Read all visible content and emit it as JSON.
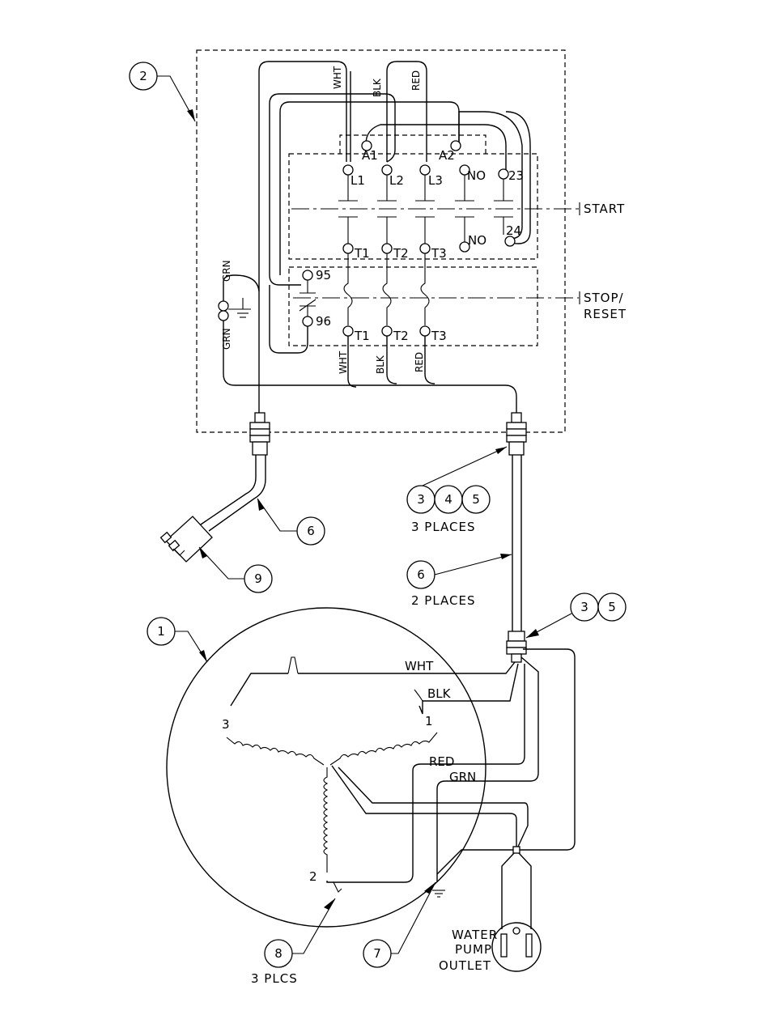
{
  "callouts": {
    "c2": "2",
    "c6a": "6",
    "c9": "9",
    "c3": "3",
    "c4": "4",
    "c5": "5",
    "places_3": "3 PLACES",
    "c6b": "6",
    "places_2": "2 PLACES",
    "c3b": "3",
    "c5b": "5",
    "c1": "1",
    "c8": "8",
    "plcs_3": "3 PLCS",
    "c7": "7"
  },
  "starter": {
    "wire_wht": "WHT",
    "wire_blk": "BLK",
    "wire_red": "RED",
    "a1": "A1",
    "a2": "A2",
    "l1": "L1",
    "l2": "L2",
    "l3": "L3",
    "no_top": "NO",
    "t23": "23",
    "no_bot": "NO",
    "t24": "24",
    "t1": "T1",
    "t2": "T2",
    "t3": "T3",
    "t95": "95",
    "t96": "96",
    "t1b": "T1",
    "t2b": "T2",
    "t3b": "T3",
    "start": "START",
    "stop": "STOP/",
    "reset": "RESET",
    "grn_top": "GRN",
    "grn_bot": "GRN",
    "out_wht": "WHT",
    "out_blk": "BLK",
    "out_red": "RED"
  },
  "motor": {
    "wht": "WHT",
    "blk": "BLK",
    "red": "RED",
    "grn": "GRN",
    "w1": "1",
    "w2": "2",
    "w3": "3"
  },
  "outlet": {
    "line1": "WATER",
    "line2": "PUMP",
    "line3": "OUTLET"
  }
}
